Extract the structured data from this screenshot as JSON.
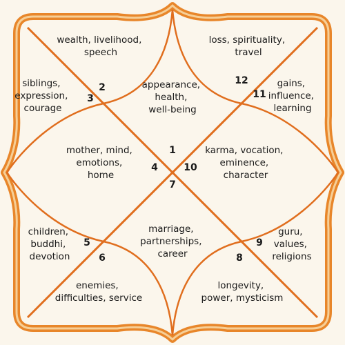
{
  "colors": {
    "background": "#fbf6ec",
    "frame_outer": "#e8862a",
    "frame_inner": "#f4c890",
    "lines": "#e06e1e",
    "text": "#1a1a1a"
  },
  "houses": [
    {
      "number": "1",
      "lines": [
        "appearance,",
        "health,",
        "well-being"
      ]
    },
    {
      "number": "2",
      "lines": [
        "wealth, livelihood,",
        "speech"
      ]
    },
    {
      "number": "3",
      "lines": [
        "siblings,",
        "expression,",
        "courage"
      ]
    },
    {
      "number": "4",
      "lines": [
        "mother, mind,",
        "emotions,",
        "home"
      ]
    },
    {
      "number": "5",
      "lines": [
        "children,",
        "buddhi,",
        "devotion"
      ]
    },
    {
      "number": "6",
      "lines": [
        "enemies,",
        "difficulties, service"
      ]
    },
    {
      "number": "7",
      "lines": [
        "marriage,",
        "partnerships,",
        "career"
      ]
    },
    {
      "number": "8",
      "lines": [
        "longevity,",
        "power, mysticism"
      ]
    },
    {
      "number": "9",
      "lines": [
        "guru,",
        "values,",
        "religions"
      ]
    },
    {
      "number": "10",
      "lines": [
        "karma, vocation,",
        "eminence,",
        "character"
      ]
    },
    {
      "number": "11",
      "lines": [
        "gains,",
        "influence,",
        "learning"
      ]
    },
    {
      "number": "12",
      "lines": [
        "loss, spirituality,",
        "travel"
      ]
    }
  ]
}
